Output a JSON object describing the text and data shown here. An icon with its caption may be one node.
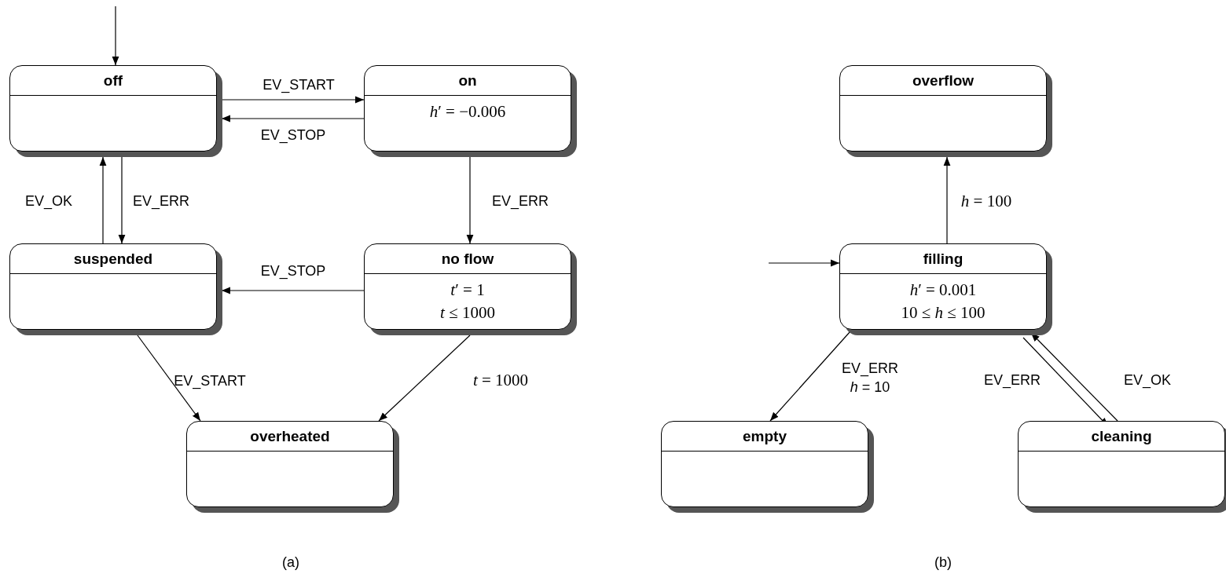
{
  "diagram": {
    "nodes": [
      {
        "text": [
          "off"
        ]
      },
      {
        "text": [
          "on",
          "*h*′ = −0.006"
        ]
      },
      {
        "text": [
          "suspended"
        ]
      },
      {
        "text": [
          "no flow",
          "*t*′ = 1",
          "*t* ≤ 1000"
        ]
      },
      {
        "text": [
          "overheated"
        ]
      },
      {
        "text": [
          "overflow"
        ]
      },
      {
        "text": [
          "filling",
          "*h*′ = 0.001",
          "10 ≤ *h* ≤ 100"
        ]
      },
      {
        "text": [
          "empty"
        ]
      },
      {
        "text": [
          "cleaning"
        ]
      }
    ],
    "edges": [
      {
        "from": null,
        "to": 0,
        "arrow": "to"
      },
      {
        "from": 0,
        "to": 1,
        "arrow": "to",
        "label": "EV_START"
      },
      {
        "from": 1,
        "to": 0,
        "arrow": "to",
        "label": "EV_STOP"
      },
      {
        "from": 2,
        "to": 0,
        "arrow": "to",
        "label": "EV_OK"
      },
      {
        "from": 0,
        "to": 2,
        "arrow": "to",
        "label": "EV_ERR"
      },
      {
        "from": 1,
        "to": 3,
        "arrow": "to",
        "label": "EV_ERR"
      },
      {
        "from": 3,
        "to": 2,
        "arrow": "to",
        "label": "EV_STOP"
      },
      {
        "from": 2,
        "to": 4,
        "arrow": "to",
        "label": "EV_START"
      },
      {
        "from": 3,
        "to": 4,
        "arrow": "to",
        "label": "*t* = 1000"
      },
      {
        "from": null,
        "to": 6,
        "arrow": "to"
      },
      {
        "from": 6,
        "to": 5,
        "arrow": "to",
        "label": "*h* = 100"
      },
      {
        "from": 6,
        "to": 7,
        "arrow": "to",
        "label": "EV_ERR *h* = 10"
      },
      {
        "from": 6,
        "to": 8,
        "arrow": "to",
        "label": "EV_ERR"
      },
      {
        "from": 8,
        "to": 6,
        "arrow": "to",
        "label": "EV_OK"
      }
    ],
    "labels": [
      "(a)",
      "(b)"
    ]
  }
}
